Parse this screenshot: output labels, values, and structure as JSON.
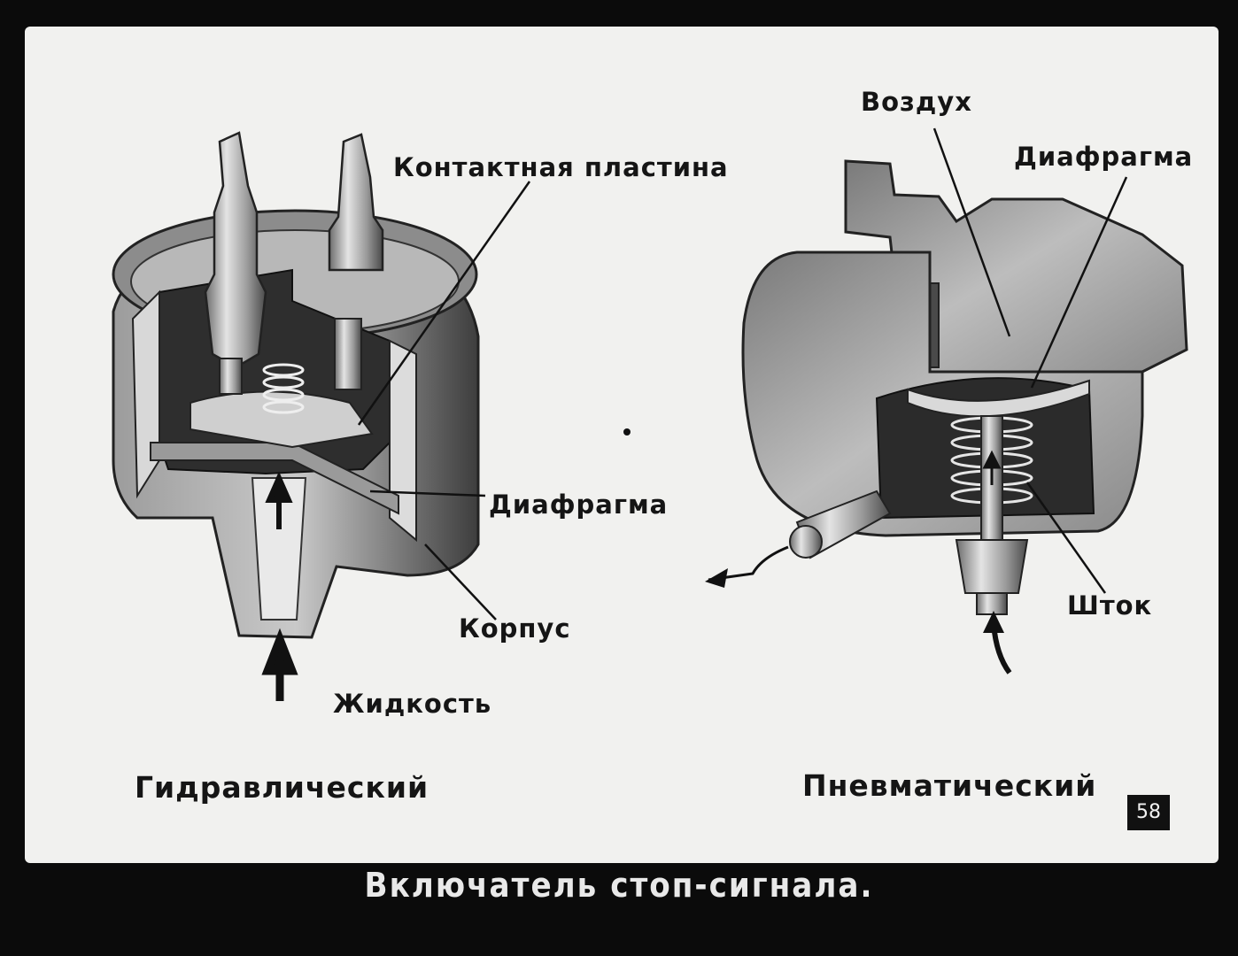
{
  "title": "Включатель стоп-сигнала.",
  "page_number": "58",
  "hydraulic": {
    "caption": "Гидравлический",
    "labels": {
      "contact_plate": "Контактная пластина",
      "diaphragm": "Диафрагма",
      "body": "Корпус",
      "fluid": "Жидкость"
    }
  },
  "pneumatic": {
    "caption": "Пневматический",
    "labels": {
      "air": "Воздух",
      "diaphragm": "Диафрагма",
      "rod": "Шток"
    }
  }
}
